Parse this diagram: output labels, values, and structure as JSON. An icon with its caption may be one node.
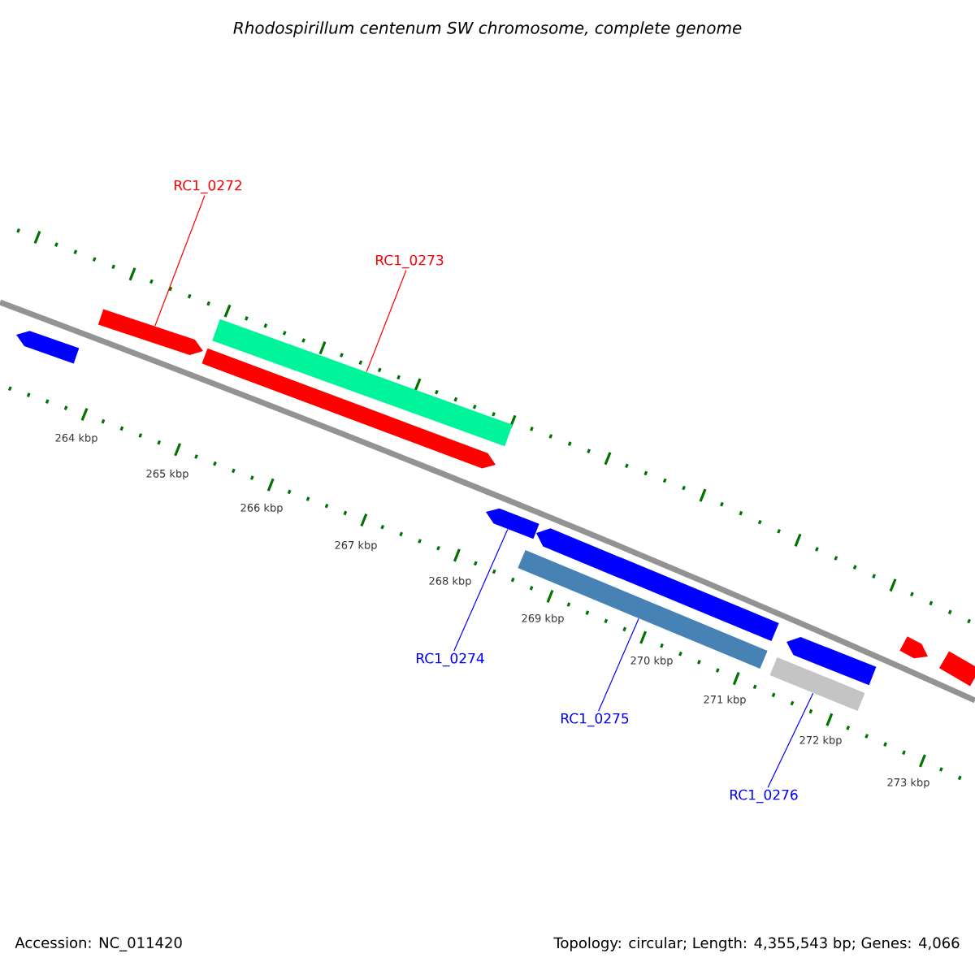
{
  "diagram": {
    "title": "Rhodospirillum centenum SW chromosome, complete genome",
    "nodes": [
      {
        "text": [
          "RC1_0272"
        ]
      },
      {
        "text": [
          "RC1_0273"
        ]
      },
      {
        "text": [
          "RC1_0274"
        ]
      },
      {
        "text": [
          "RC1_0275"
        ]
      },
      {
        "text": [
          "RC1_0276"
        ]
      },
      {
        "text": [],
        "shape": "bar"
      },
      {
        "text": [],
        "shape": "bar"
      },
      {
        "text": [],
        "shape": "bar"
      },
      {
        "text": [],
        "shape": "bar"
      },
      {
        "text": [],
        "shape": "bar"
      },
      {
        "text": [],
        "shape": "bar"
      },
      {
        "text": [],
        "shape": "bar"
      },
      {
        "text": [],
        "shape": "bar"
      },
      {
        "text": [],
        "shape": "bar"
      },
      {
        "text": [],
        "shape": "bar"
      },
      {
        "text": [],
        "shape": "bar"
      }
    ],
    "edges": [
      {
        "from": 0,
        "to": 5,
        "arrow": "none",
        "color": "#ff0000"
      },
      {
        "from": 1,
        "to": 6,
        "arrow": "none",
        "color": "#ff0000"
      },
      {
        "from": 2,
        "to": 7,
        "arrow": "none"
      },
      {
        "from": 3,
        "to": 8,
        "arrow": "none"
      },
      {
        "from": 4,
        "to": 9,
        "arrow": "none"
      }
    ],
    "labels": [
      "264 kbp",
      "265 kbp",
      "266 kbp",
      "267 kbp",
      "268 kbp",
      "269 kbp",
      "270 kbp",
      "271 kbp",
      "272 kbp",
      "273 kbp",
      "Accession: NC_011420",
      "Topology: circular; Length: 4,355,543 bp; Genes: 4,066"
    ]
  }
}
